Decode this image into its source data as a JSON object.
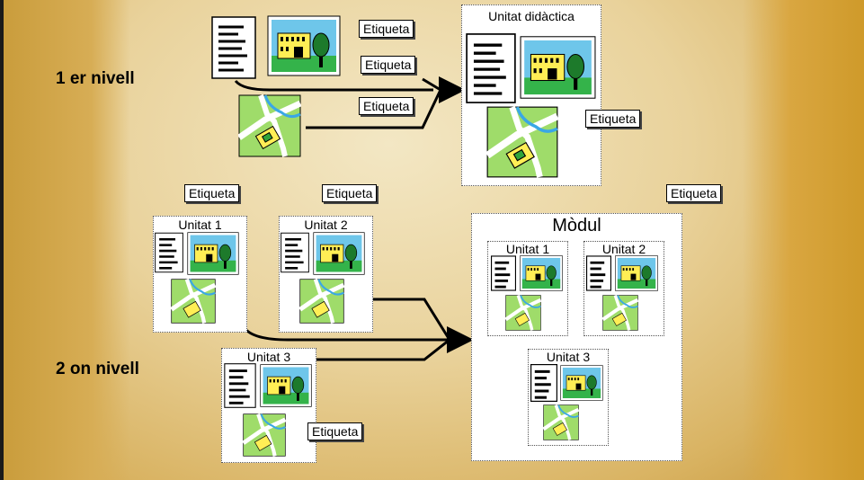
{
  "levels": {
    "first": "1 er nivell",
    "second": "2 on nivell"
  },
  "tag_label": "Etiqueta",
  "unit_didactica": "Unitat didàctica",
  "module_title": "Mòdul",
  "units": {
    "u1": "Unitat 1",
    "u2": "Unitat 2",
    "u3": "Unitat 3"
  }
}
